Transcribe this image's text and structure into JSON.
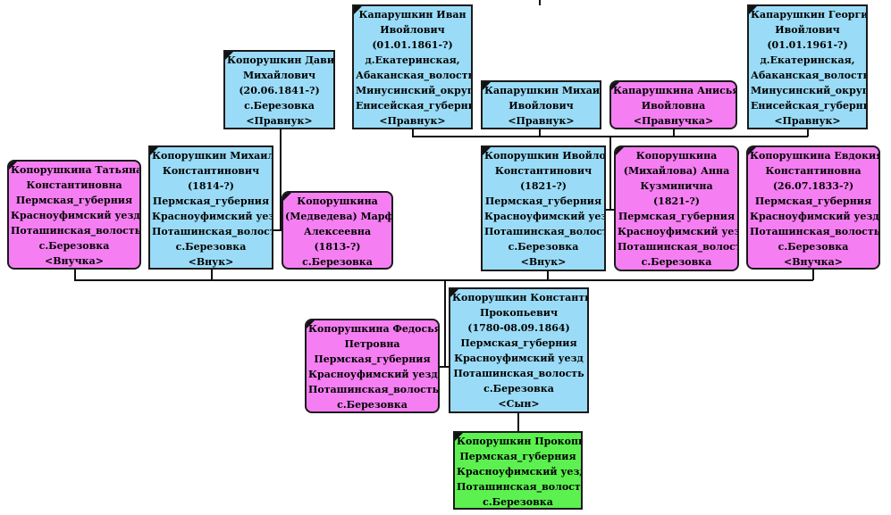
{
  "persons": [
    {
      "id": "ivan",
      "lines": [
        "Капарушкин Иван",
        "Ивойлович",
        "(01.01.1861-?)",
        "д.Екатеринская,",
        "Абаканская_волость,",
        "Минусинский_округ,",
        "Енисейская_губерния",
        "<Правнук>"
      ]
    },
    {
      "id": "georgiy",
      "lines": [
        "Капарушкин Георгий",
        "Ивойлович",
        "(01.01.1961-?)",
        "д.Екатеринская,",
        "Абаканская_волость,",
        "Минусинский_округ,",
        "Енисейская_губерния",
        "<Правнук>"
      ]
    },
    {
      "id": "david",
      "lines": [
        "Копорушкин Давид",
        "Михайлович",
        "(20.06.1841-?)",
        "с.Березовка",
        "<Правнук>"
      ]
    },
    {
      "id": "mikhail-i",
      "lines": [
        "Капарушкин Михаил",
        "Ивойлович",
        "<Правнук>"
      ]
    },
    {
      "id": "anisya",
      "lines": [
        "Капарушкина Анисья",
        "Ивойловна",
        "<Правнучка>"
      ]
    },
    {
      "id": "tatyana",
      "lines": [
        "Копорушкина Татьяна",
        "Константиновна",
        "Пермская_губерния",
        "Красноуфимский уезд",
        "Поташинская_волость",
        "с.Березовка",
        "<Внучка>"
      ]
    },
    {
      "id": "mikhail-k",
      "lines": [
        "Копорушкин Михаил",
        "Константинович",
        "(1814-?)",
        "Пермская_губерния",
        "Красноуфимский уезд",
        "Поташинская_волость",
        "с.Березовка",
        "<Внук>"
      ]
    },
    {
      "id": "marfa",
      "lines": [
        "Копорушкина",
        "(Медведева) Марфа",
        "Алексеевна",
        "(1813-?)",
        "с.Березовка"
      ]
    },
    {
      "id": "ivoylo",
      "lines": [
        "Копорушкин Ивойло",
        "Константинович",
        "(1821-?)",
        "Пермская_губерния",
        "Красноуфимский уезд",
        "Поташинская_волость",
        "с.Березовка",
        "<Внук>"
      ]
    },
    {
      "id": "anna",
      "lines": [
        "Копорушкина",
        "(Михайлова) Анна",
        "Кузминична",
        "(1821-?)",
        "Пермская_губерния",
        "Красноуфимский уезд",
        "Поташинская_волость",
        "с.Березовка"
      ]
    },
    {
      "id": "evdokiya",
      "lines": [
        "Копорушкина Евдокия",
        "Константиновна",
        "(26.07.1833-?)",
        "Пермская_губерния",
        "Красноуфимский уезд",
        "Поташинская_волость",
        "с.Березовка",
        "<Внучка>"
      ]
    },
    {
      "id": "fedosya",
      "lines": [
        "Копорушкина Федосья",
        "Петровна",
        "Пермская_губерния",
        "Красноуфимский уезд",
        "Поташинская_волость",
        "с.Березовка"
      ]
    },
    {
      "id": "konstantin",
      "lines": [
        "Копорушкин Константин",
        "Прокопьевич",
        "(1780-08.09.1864)",
        "Пермская_губерния",
        "Красноуфимский уезд",
        "Поташинская_волость",
        "с.Березовка",
        "<Сын>"
      ]
    },
    {
      "id": "prokopiy",
      "lines": [
        "Копорушкин Прокопий",
        "Пермская_губерния",
        "Красноуфимский уезд",
        "Поташинская_волость",
        "с.Березовка"
      ]
    }
  ],
  "colors": {
    "male": "#9adcf7",
    "female": "#f57ff2",
    "root": "#5cf150",
    "line": "#111111"
  }
}
